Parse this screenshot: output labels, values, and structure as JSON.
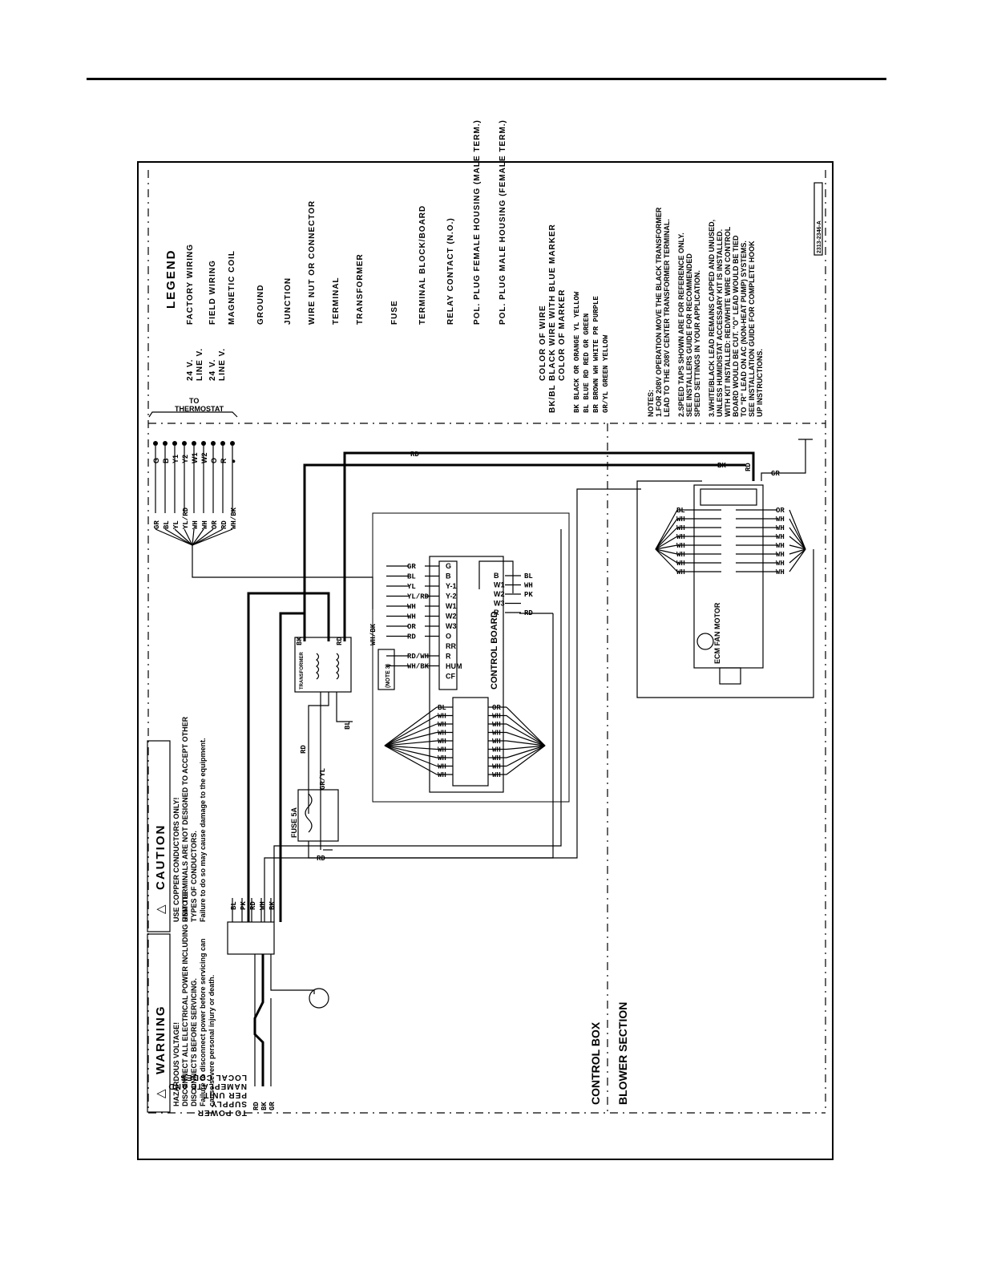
{
  "legend": {
    "title": "LEGEND",
    "items": [
      {
        "sym": "24 V.",
        "label": "FACTORY WIRING"
      },
      {
        "sym": "LINE V.",
        "label": ""
      },
      {
        "sym": "24 V.",
        "label": "FIELD WIRING"
      },
      {
        "sym": "LINE V.",
        "label": ""
      },
      {
        "sym": "",
        "label": "MAGNETIC COIL"
      },
      {
        "sym": "",
        "label": "GROUND"
      },
      {
        "sym": "",
        "label": "JUNCTION"
      },
      {
        "sym": "",
        "label": "WIRE NUT OR CONNECTOR"
      },
      {
        "sym": "",
        "label": "TERMINAL"
      },
      {
        "sym": "",
        "label": "TRANSFORMER"
      },
      {
        "sym": "",
        "label": "FUSE"
      },
      {
        "sym": "",
        "label": "TERMINAL BLOCK/BOARD"
      },
      {
        "sym": "",
        "label": "RELAY CONTACT (N.O.)"
      },
      {
        "sym": "",
        "label": "POL. PLUG FEMALE HOUSING (MALE TERM.)"
      },
      {
        "sym": "",
        "label": "POL. PLUG MALE HOUSING (FEMALE TERM.)"
      }
    ],
    "color_of_wire": "COLOR OF WIRE",
    "bk_bl": "BK/BL",
    "black_wire_blue_marker": "BLACK WIRE WITH BLUE MARKER",
    "color_of_marker": "COLOR OF MARKER",
    "colors": [
      "BK  BLACK        OR  ORANGE     YL  YELLOW",
      "BL  BLUE         RD  RED        GR  GREEN",
      "BR  BROWN        WH  WHITE      PR  PURPLE",
      "GR/YL GREEN YELLOW"
    ]
  },
  "notes": {
    "title": "NOTES:",
    "lines": [
      "1.FOR 208V OPERATION MOVE THE BLACK TRANSFORMER",
      "  LEAD TO THE 208V CENTER TRANSFORMER TERMINAL.",
      "2.SPEED TAPS SHOWN ARE FOR REFERENCE ONLY.",
      "  SEE INSTALLERS GUIDE FOR RECOMMENDED",
      "  SPEED SETTINGS IN YOUR APPLICATION.",
      "3.WHITE/BLACK LEAD REMAINS CAPPED AND UNUSED,",
      "  UNLESS HUMIDISTAT ACCESSARY KIT IS INSTALLED.",
      "  WITH KIT INSTALLED: RED/WHITE WIRE ON CONTROL",
      "  BOARD WOULD BE CUT. \"O\" LEAD WOULD BE TIED",
      "  TO \"R\" LEAD ON AC (NON-HEAT PUMP) SYSTEMS.",
      "  SEE INSTALLATION GUIDE FOR COMPLETE HOOK",
      "  UP INSTRUCTIONS."
    ]
  },
  "warning": {
    "title": "WARNING",
    "lines": [
      "HAZARDOUS VOLTAGE!",
      "DISCONNECT ALL ELECTRICAL POWER INCLUDING REMOTE",
      "DISCONNECTS BEFORE SERVICING.",
      "Failure to disconnect power before servicing can",
      "cause severe personal injury or death."
    ]
  },
  "caution": {
    "title": "CAUTION",
    "lines": [
      "USE COPPER CONDUCTORS ONLY!",
      "UNIT TERMINALS ARE NOT DESIGNED TO ACCEPT OTHER",
      "TYPES OF CONDUCTORS.",
      "Failure to do so may cause damage to the equipment."
    ]
  },
  "labels": {
    "to_thermostat": "TO THERMOSTAT",
    "to_power_supply": [
      "TO POWER",
      "SUPPLY",
      "PER UNIT",
      "NAMEPLATE AND",
      "LOCAL CODES"
    ],
    "control_box": "CONTROL BOX",
    "blower_section": "BLOWER SECTION",
    "control_board": "CONTROL BOARD",
    "transformer": "TRANSFORMER",
    "fuse": "FUSE 5A",
    "ecm_fan_motor": "ECM FAN MOTOR",
    "note3": "(NOTE 3)",
    "part_number": "2313-2346-A"
  },
  "thermostat_wires": [
    "GR",
    "BL",
    "YL",
    "YL/RD",
    "WH",
    "WH",
    "OR",
    "RD",
    "WH/BK"
  ],
  "thermostat_terminals": [
    "G",
    "B",
    "Y1",
    "Y2",
    "W1",
    "W2",
    "O",
    "R",
    "●"
  ],
  "board_left_wires": [
    "GR",
    "BL",
    "YL",
    "YL/RD",
    "WH",
    "WH",
    "OR",
    "RD",
    "RD/WH",
    "WH/BK"
  ],
  "board_terminals": [
    "G",
    "B",
    "Y-1",
    "Y-2",
    "W1",
    "W2",
    "W3",
    "O",
    "RR",
    "R",
    "HUM",
    "CF"
  ],
  "board_right_terms": [
    "B",
    "W1",
    "W2",
    "W3",
    "R"
  ],
  "board_right_wires": [
    "BL",
    "WH",
    "PK",
    "",
    "RD"
  ],
  "plug_left_wires": [
    "BL",
    "WH",
    "WH",
    "WH",
    "WH",
    "WH",
    "WH",
    "WH",
    "WH"
  ],
  "plug_right_wires": [
    "OR",
    "WH",
    "WH",
    "WH",
    "WH",
    "WH",
    "WH",
    "WH",
    "WH"
  ],
  "motor_left_wires": [
    "BL",
    "WH",
    "WH",
    "WH",
    "WH",
    "WH",
    "WH",
    "WH"
  ],
  "motor_right_wires": [
    "OR",
    "WH",
    "WH",
    "WH",
    "WH",
    "WH",
    "WH",
    "WH"
  ],
  "power_wires": [
    "RD",
    "BK",
    "GR"
  ],
  "tb_wires": [
    "BL",
    "PK",
    "RD",
    "WH",
    "BK"
  ],
  "misc_wires": {
    "rd": "RD",
    "bk": "BK",
    "gr": "GR",
    "bl": "BL",
    "wh_bk": "WH/BK",
    "gr_yl": "GR/YL"
  }
}
